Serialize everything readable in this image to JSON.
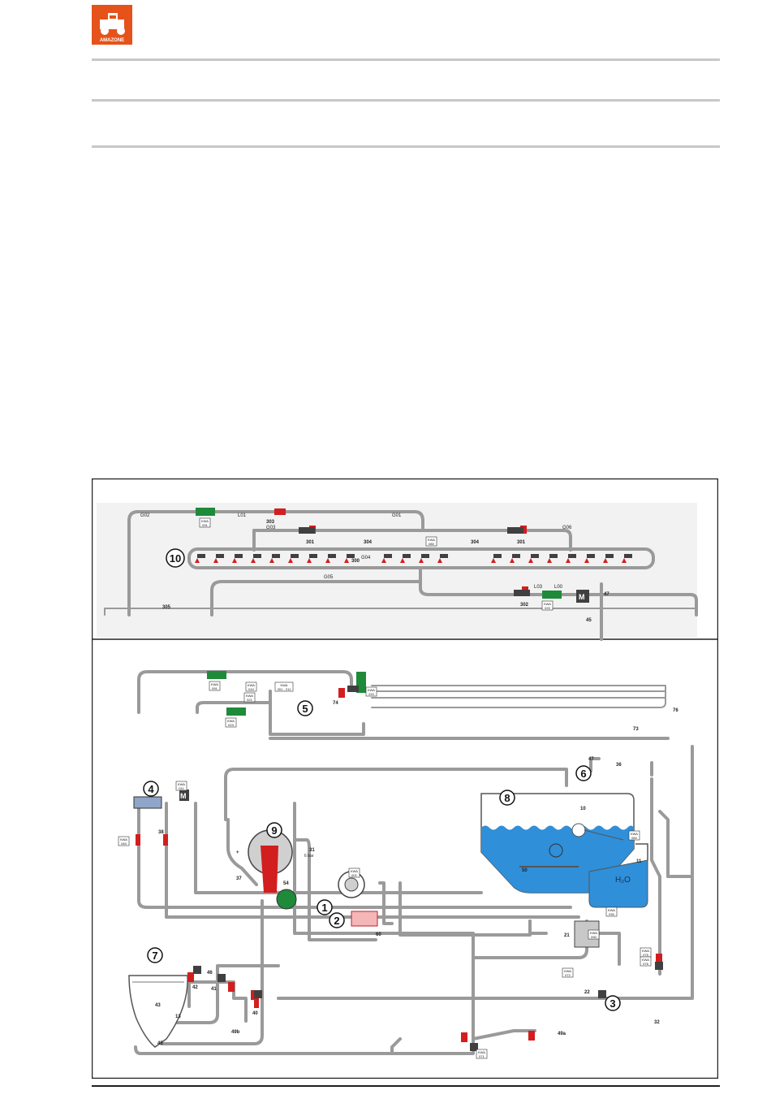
{
  "brand": {
    "logo_text": "AMAZONE",
    "color": "#e5531a"
  },
  "diagram": {
    "labels": {
      "n1": "1",
      "n2": "2",
      "n3": "3",
      "n4": "4",
      "n5": "5",
      "n6": "6",
      "n7": "7",
      "n8": "8",
      "n9": "9",
      "n10": "10",
      "g01": "G01",
      "g02": "G02",
      "g03": "G03",
      "g04": "G04",
      "g05": "G05",
      "g06": "G06",
      "l01": "L01",
      "l03": "L03",
      "l00": "L00",
      "p300": "300",
      "p301a": "301",
      "p301b": "301",
      "p302": "302",
      "p303": "303",
      "p304a": "304",
      "p304b": "304",
      "p305": "305",
      "p47a": "47",
      "p45": "45",
      "p47b": "47",
      "p36": "36",
      "p74": "74",
      "p76": "76",
      "p73": "73",
      "p10": "10",
      "p11": "11",
      "h2o": "H₂O",
      "p31": "31",
      "p37": "37",
      "p54": "54",
      "p38": "38",
      "p50": "50",
      "p60": "60",
      "p21": "21",
      "p22": "22",
      "p32": "32",
      "p46": "46",
      "p42": "42",
      "p41": "41",
      "p43": "43",
      "p13": "13",
      "p40": "40",
      "p49b": "49b",
      "p49a": "49a",
      "plus": "+",
      "motor": "M",
      "bar": "6 bar"
    },
    "kwa_tags": [
      {
        "key": "kwa091a",
        "code": "091"
      },
      {
        "key": "kwa080",
        "code": "080"
      },
      {
        "key": "kwa020",
        "code": "020"
      },
      {
        "key": "kwa091b",
        "code": "091"
      },
      {
        "key": "kwa010",
        "code": "010"
      },
      {
        "key": "kwa201",
        "code": "201 - 211"
      },
      {
        "key": "kwa021",
        "code": "021"
      },
      {
        "key": "kwa220",
        "code": "220"
      },
      {
        "key": "kwa023",
        "code": "023"
      },
      {
        "key": "kwa011",
        "code": "011"
      },
      {
        "key": "kwa040",
        "code": "040"
      },
      {
        "key": "kwa001",
        "code": "001"
      },
      {
        "key": "kwa060",
        "code": "060"
      },
      {
        "key": "kwa030",
        "code": "030"
      },
      {
        "key": "kwa090",
        "code": "090"
      },
      {
        "key": "kwa072",
        "code": "072"
      },
      {
        "key": "kwa075",
        "code": "075"
      },
      {
        "key": "kwa076",
        "code": "076"
      },
      {
        "key": "kwa071",
        "code": "071"
      }
    ],
    "kwa_prefix": "KWA",
    "colors": {
      "pipe": "#9a9a9a",
      "tank_water": "#2f8fd8",
      "valve_red": "#d21e1e",
      "flow_green": "#1e8a3a",
      "part_dark": "#404040"
    }
  }
}
